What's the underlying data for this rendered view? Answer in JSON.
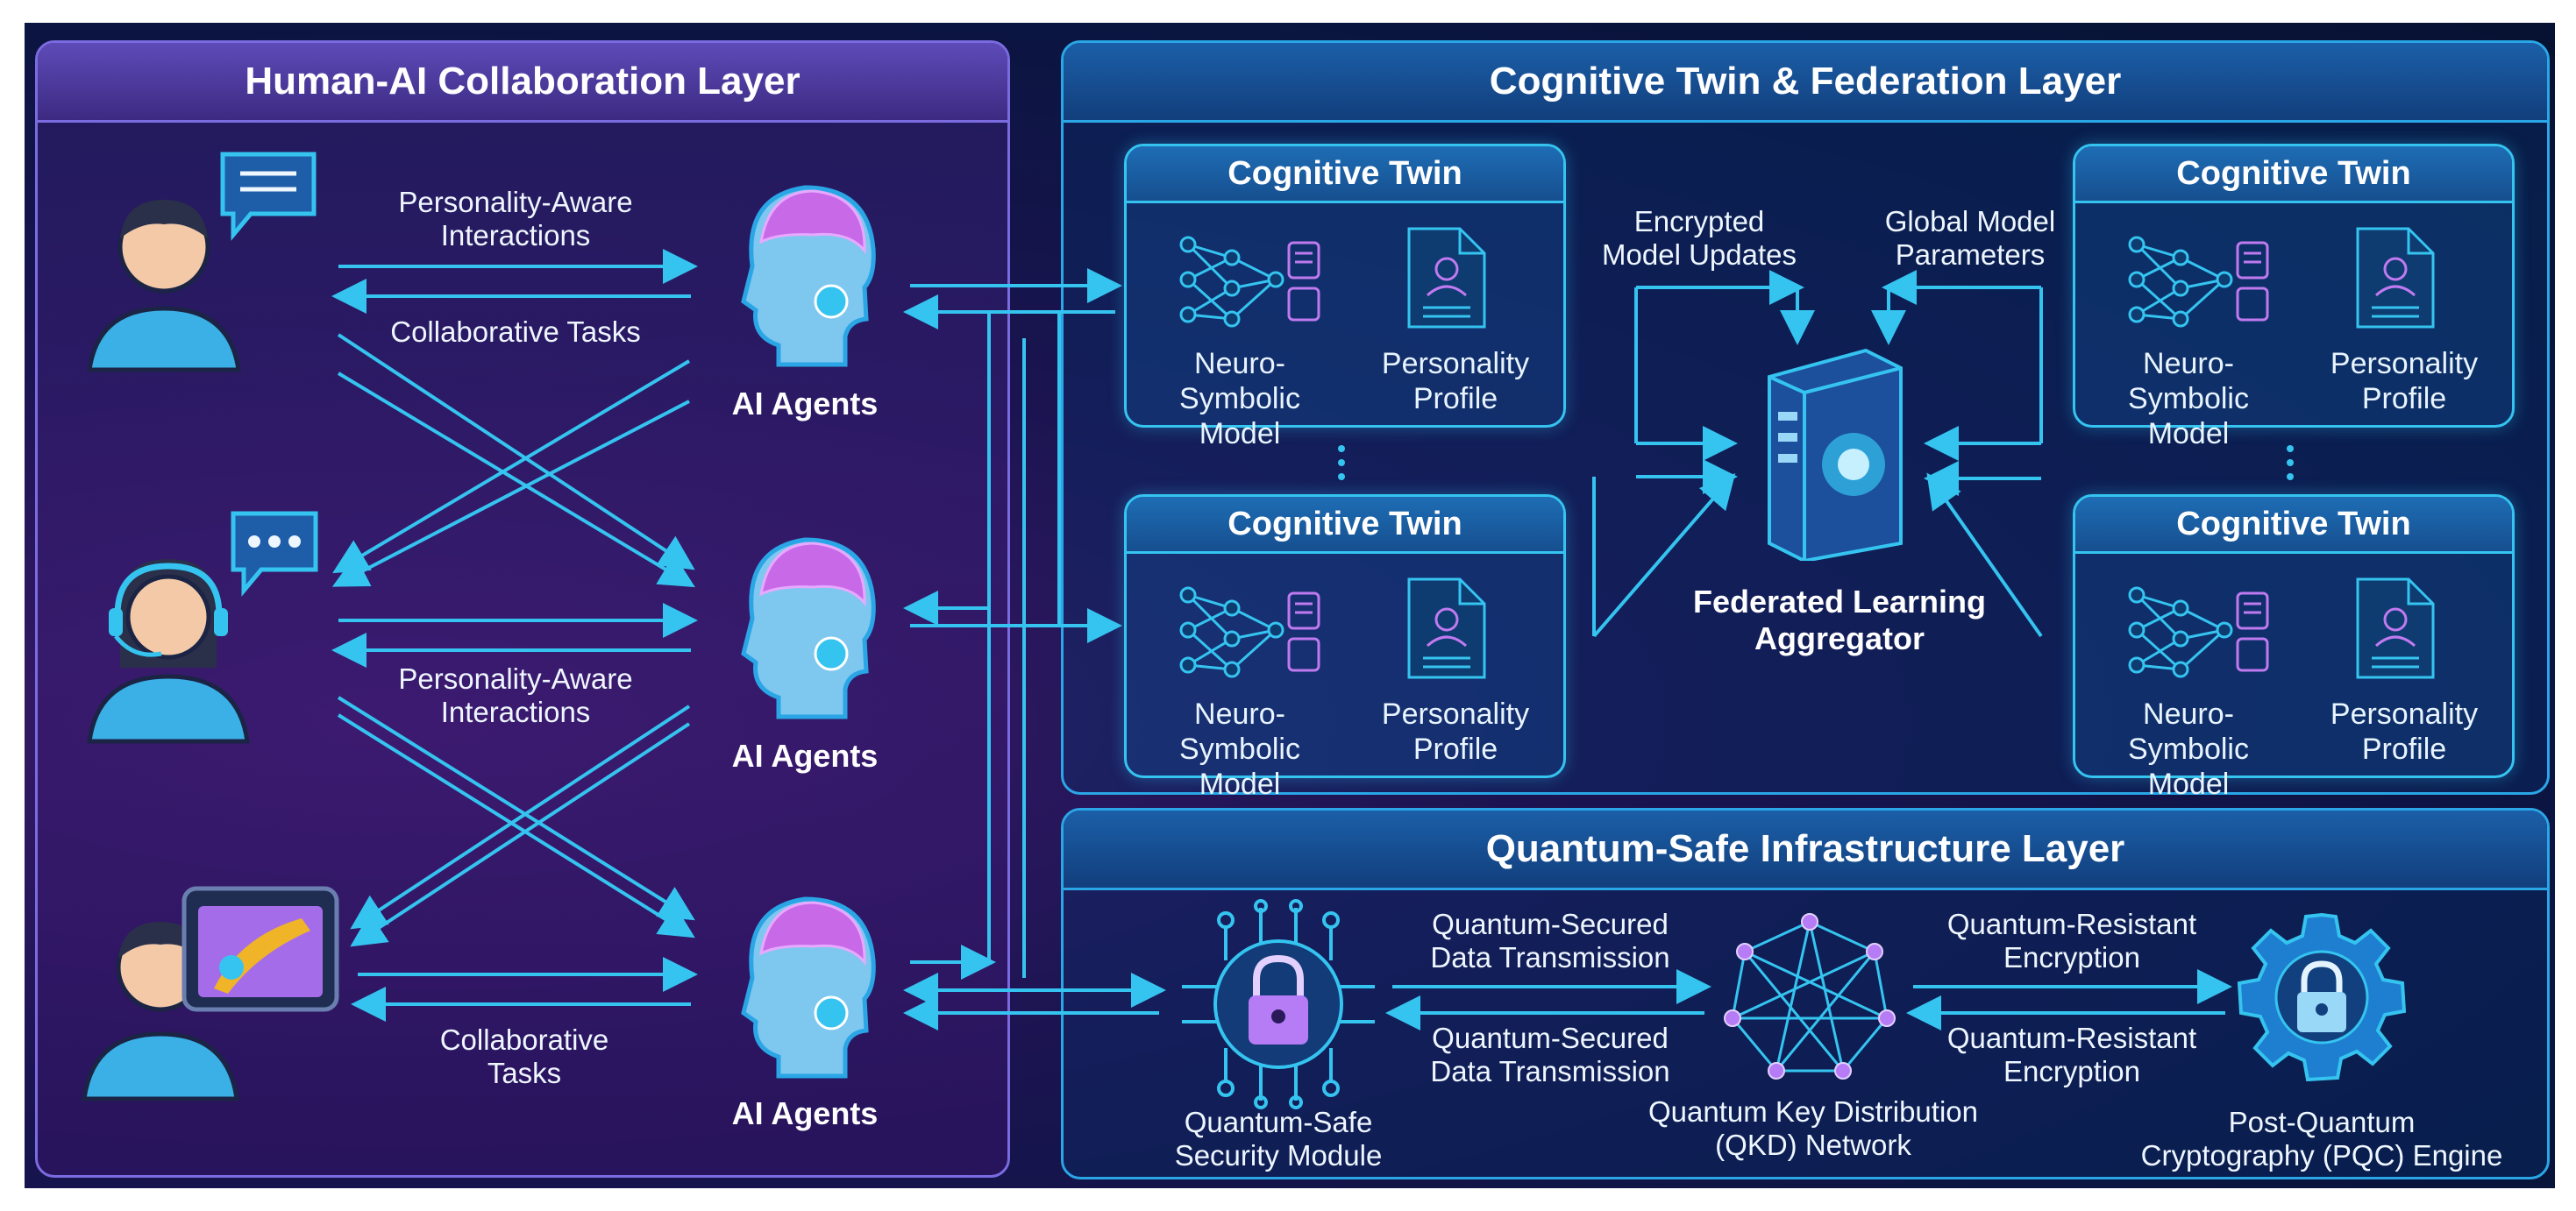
{
  "layers": {
    "human_ai": "Human-AI Collaboration Layer",
    "cognitive": "Cognitive Twin & Federation Layer",
    "quantum": "Quantum-Safe Infrastructure Layer"
  },
  "left": {
    "label_pai_top_1": "Personality-Aware",
    "label_pai_top_2": "Interactions",
    "label_collab_top": "Collaborative Tasks",
    "label_pai_mid_1": "Personality-Aware",
    "label_pai_mid_2": "Interactions",
    "label_collab_bot_1": "Collaborative",
    "label_collab_bot_2": "Tasks",
    "agent_label": "AI Agents"
  },
  "twin": {
    "title": "Cognitive Twin",
    "model_1": "Neuro-Symbolic",
    "model_2": "Model",
    "profile_1": "Personality",
    "profile_2": "Profile"
  },
  "federation": {
    "encrypted_1": "Encrypted",
    "encrypted_2": "Model Updates",
    "global_1": "Global Model",
    "global_2": "Parameters",
    "aggregator_1": "Federated Learning",
    "aggregator_2": "Aggregator"
  },
  "quantum": {
    "qsec_1": "Quantum-Secured",
    "qsec_2": "Data Transmission",
    "qres_1": "Quantum-Resistant",
    "qres_2": "Encryption",
    "module_1": "Quantum-Safe",
    "module_2": "Security Module",
    "qkd_1": "Quantum Key Distribution",
    "qkd_2": "(QKD) Network",
    "pqc_1": "Post-Quantum",
    "pqc_2": "Cryptography (PQC) Engine"
  },
  "colors": {
    "arrow": "#35c4f0",
    "panel_left_border": "#7a6be0",
    "panel_right_border": "#2aa6e6"
  },
  "icons": [
    "user-icon",
    "chat-bubble-icon",
    "headset-user-icon",
    "tablet-paint-icon",
    "ai-head-icon",
    "neural-network-icon",
    "document-profile-icon",
    "server-icon",
    "lock-circuit-icon",
    "network-node-icon",
    "gear-lock-icon"
  ]
}
